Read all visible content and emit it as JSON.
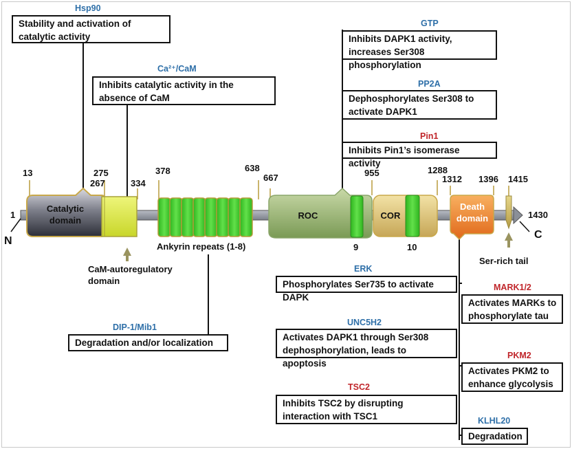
{
  "domain_labels": {
    "catalytic": "Catalytic domain",
    "roc": "ROC",
    "cor": "COR",
    "death": "Death domain",
    "ankyrin": "Ankyrin repeats (1-8)",
    "cam_autoregulatory": "CaM-autoregulatory domain",
    "ser_rich_tail": "Ser-rich tail",
    "n_term": "N",
    "c_term": "C"
  },
  "positions": {
    "p1": "1",
    "p13": "13",
    "p267": "267",
    "p275": "275",
    "p334": "334",
    "p378": "378",
    "p638": "638",
    "p667": "667",
    "p955": "955",
    "p1288": "1288",
    "p1312": "1312",
    "p1396": "1396",
    "p1415": "1415",
    "p1430": "1430",
    "r9": "9",
    "r10": "10"
  },
  "interactors": {
    "hsp90": {
      "name": "Hsp90",
      "effect": "Stability and activation of catalytic activity",
      "color": "#2e6fa8"
    },
    "cacam": {
      "name": "Ca²⁺/CaM",
      "effect": "Inhibits catalytic activity in the absence of CaM",
      "color": "#2e6fa8"
    },
    "gtp": {
      "name": "GTP",
      "effect": "Inhibits DAPK1 activity, increases Ser308 phosphorylation",
      "color": "#2e6fa8"
    },
    "pp2a": {
      "name": "PP2A",
      "effect": "Dephosphorylates Ser308 to activate DAPK1",
      "color": "#2e6fa8"
    },
    "pin1": {
      "name": "Pin1",
      "effect": "Inhibits Pin1’s isomerase activity",
      "color": "#c0252a"
    },
    "dip1": {
      "name": "DIP-1/Mib1",
      "effect": "Degradation and/or localization",
      "color": "#2e6fa8"
    },
    "erk": {
      "name": "ERK",
      "effect": "Phosphorylates Ser735 to activate DAPK",
      "color": "#2e6fa8"
    },
    "mark12": {
      "name": "MARK1/2",
      "effect": "Activates MARKs to phosphorylate tau",
      "color": "#c0252a"
    },
    "unc5h2": {
      "name": "UNC5H2",
      "effect": "Activates DAPK1 through Ser308 dephosphorylation, leads to apoptosis",
      "color": "#2e6fa8"
    },
    "pkm2": {
      "name": "PKM2",
      "effect": "Activates PKM2 to enhance glycolysis",
      "color": "#c0252a"
    },
    "tsc2": {
      "name": "TSC2",
      "effect": "Inhibits TSC2 by disrupting interaction with TSC1",
      "color": "#c0252a"
    },
    "klhl20": {
      "name": "KLHL20",
      "effect": "Degradation",
      "color": "#2e6fa8"
    }
  }
}
